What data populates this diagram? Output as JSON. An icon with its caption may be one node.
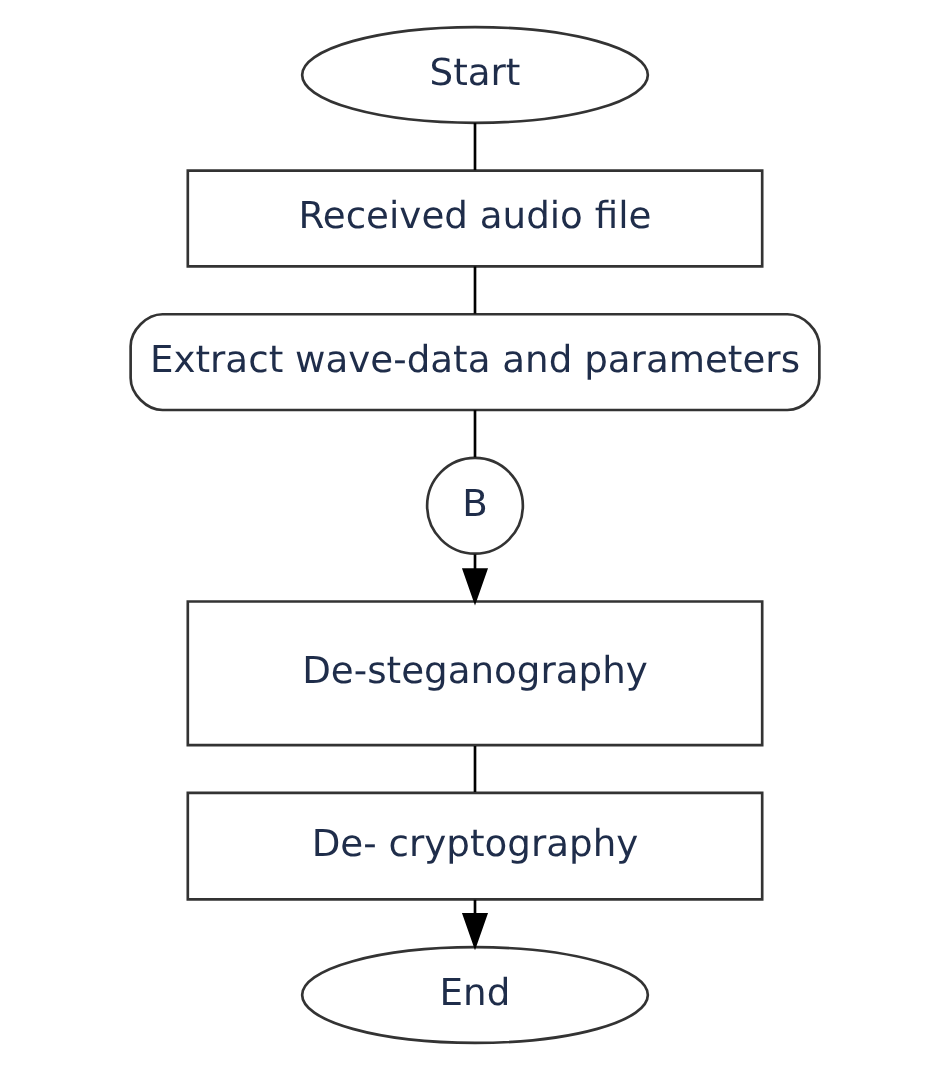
{
  "diagram": {
    "nodes": [
      {
        "text": [
          "Start"
        ]
      },
      {
        "text": [
          "Received audio file"
        ]
      },
      {
        "text": [
          "Extract wave-data and parameters"
        ]
      },
      {
        "text": [
          "B"
        ]
      },
      {
        "text": [
          "De-steganography"
        ]
      },
      {
        "text": [
          "De- cryptography"
        ]
      },
      {
        "text": [
          "End"
        ]
      }
    ],
    "edges": [
      {
        "from": 0,
        "to": 1,
        "arrow": "none"
      },
      {
        "from": 1,
        "to": 2,
        "arrow": "none"
      },
      {
        "from": 2,
        "to": 3,
        "arrow": "none"
      },
      {
        "from": 3,
        "to": 4,
        "arrow": "to"
      },
      {
        "from": 4,
        "to": 5,
        "arrow": "none"
      },
      {
        "from": 5,
        "to": 6,
        "arrow": "to"
      }
    ]
  }
}
